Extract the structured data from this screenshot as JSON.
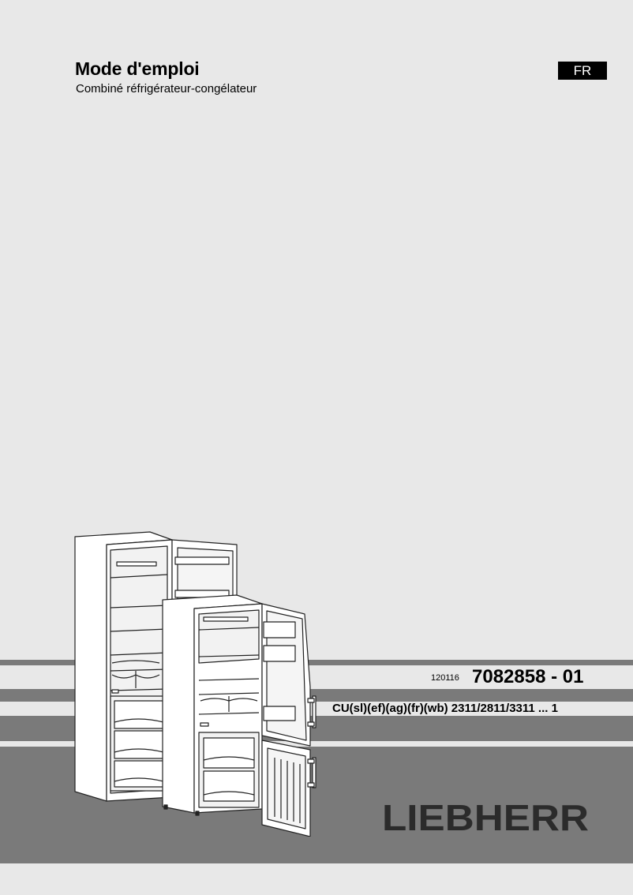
{
  "header": {
    "title": "Mode d'emploi",
    "subtitle": "Combiné réfrigérateur-congélateur",
    "language_badge": "FR"
  },
  "document": {
    "date_code": "120116",
    "document_number": "7082858 - 01",
    "models": "CU(sl)(ef)(ag)(fr)(wb) 2311/2811/3311 ... 1"
  },
  "brand": {
    "logo_text": "LIEBHERR",
    "logo_color": "#2b2b2b"
  },
  "illustration": {
    "description": "two-fridge-freezer-combinations-doors-open"
  },
  "colors": {
    "background": "#e8e8e8",
    "band": "#7a7a7a",
    "badge_bg": "#000000",
    "badge_text": "#ffffff"
  }
}
